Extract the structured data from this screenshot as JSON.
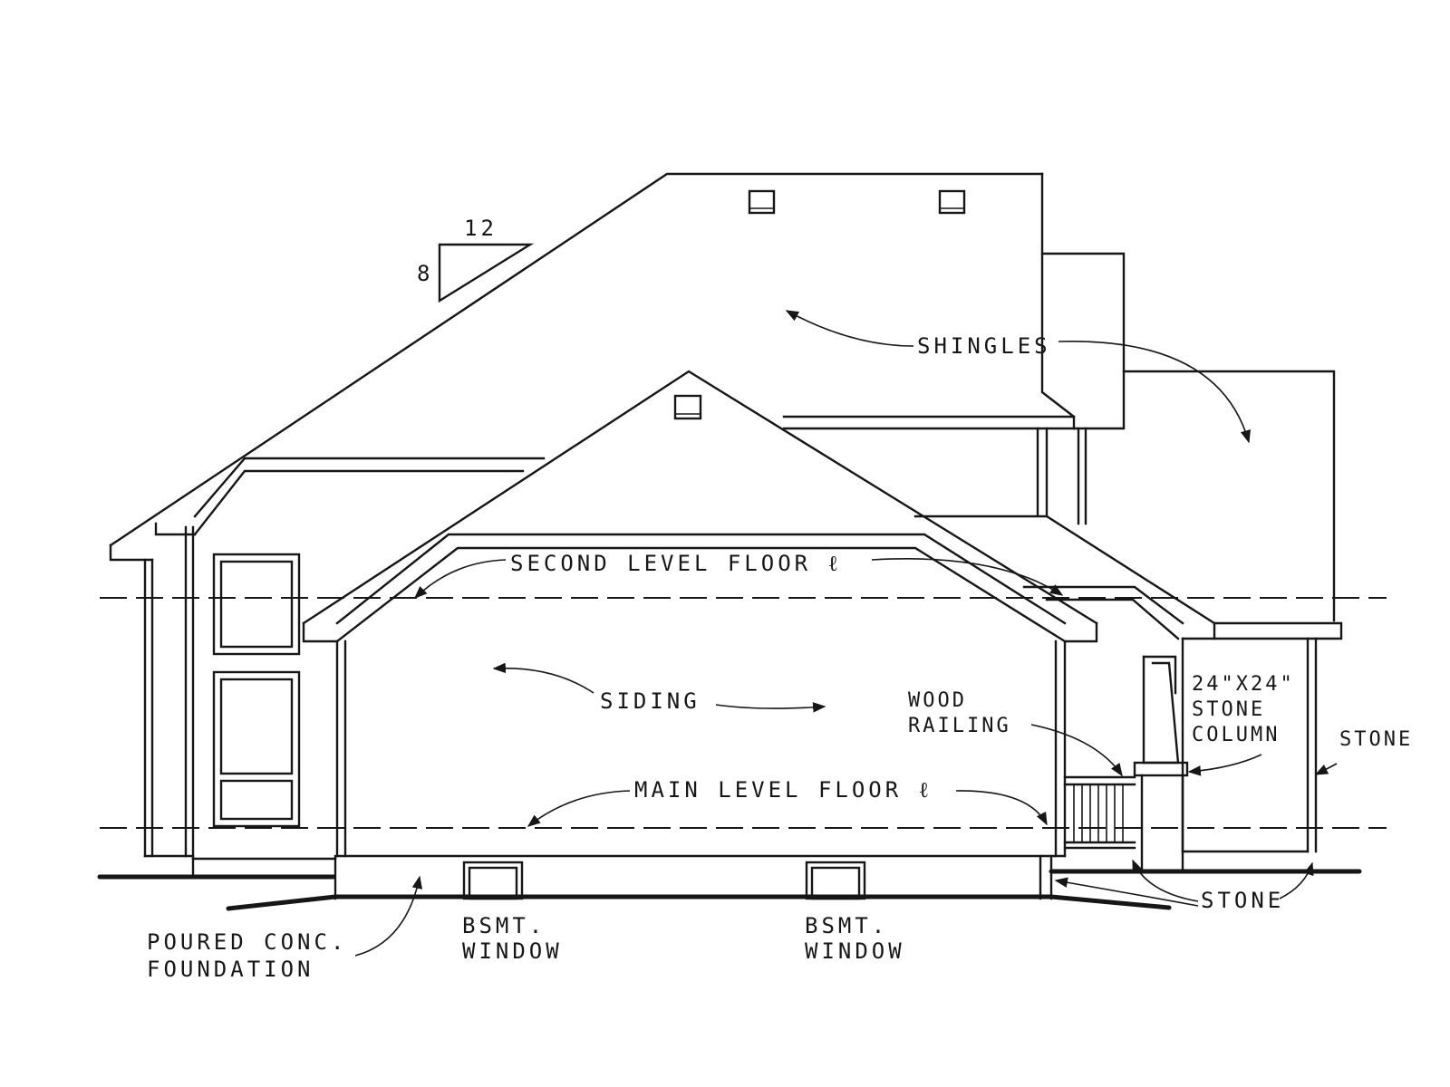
{
  "pitch": {
    "run": "12",
    "rise": "8"
  },
  "labels": {
    "shingles": "SHINGLES",
    "second_level_floor": "SECOND LEVEL FLOOR ℓ",
    "siding": "SIDING",
    "wood_railing_1": "WOOD",
    "wood_railing_2": "RAILING",
    "stone_column_1": "24\"X24\"",
    "stone_column_2": "STONE",
    "stone_column_3": "COLUMN",
    "stone_right": "STONE",
    "main_level_floor": "MAIN LEVEL FLOOR ℓ",
    "stone_bottom": "STONE",
    "foundation_1": "POURED CONC.",
    "foundation_2": "FOUNDATION",
    "bsmt_window_1a": "BSMT.",
    "bsmt_window_1b": "WINDOW",
    "bsmt_window_2a": "BSMT.",
    "bsmt_window_2b": "WINDOW"
  }
}
